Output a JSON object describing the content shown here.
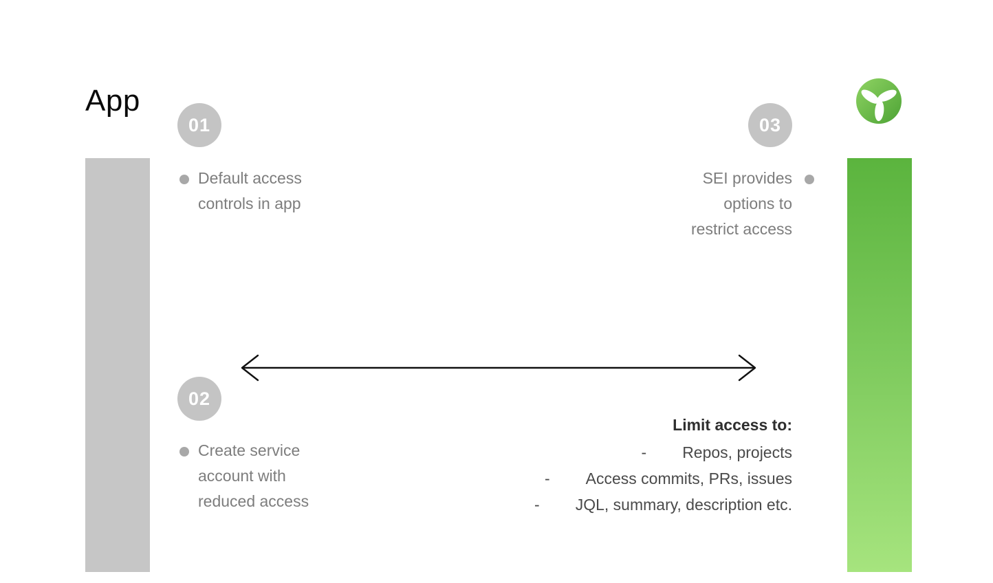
{
  "app": {
    "title": "App"
  },
  "logo": {
    "name": "propeller-logo",
    "gradient_top": "#8fd363",
    "gradient_bottom": "#4da335"
  },
  "bars": {
    "left_color": "#c6c6c6",
    "right_gradient_top": "#5bb43e",
    "right_gradient_bottom": "#a6e47e"
  },
  "steps": [
    {
      "number": "01",
      "lines": [
        "Default access",
        "controls in app"
      ]
    },
    {
      "number": "02",
      "lines": [
        "Create service",
        "account with",
        "reduced access"
      ]
    },
    {
      "number": "03",
      "lines": [
        "SEI provides",
        "options to",
        "restrict access"
      ]
    }
  ],
  "limit": {
    "heading": "Limit access to:",
    "dash": "-",
    "items": [
      "Repos, projects",
      "Access commits, PRs, issues",
      "JQL, summary, description etc."
    ]
  },
  "colors": {
    "badge_gray": "#c4c4c4",
    "text_gray": "#7d7d7d",
    "list_gray": "#4a4a4a",
    "arrow_black": "#111111"
  }
}
